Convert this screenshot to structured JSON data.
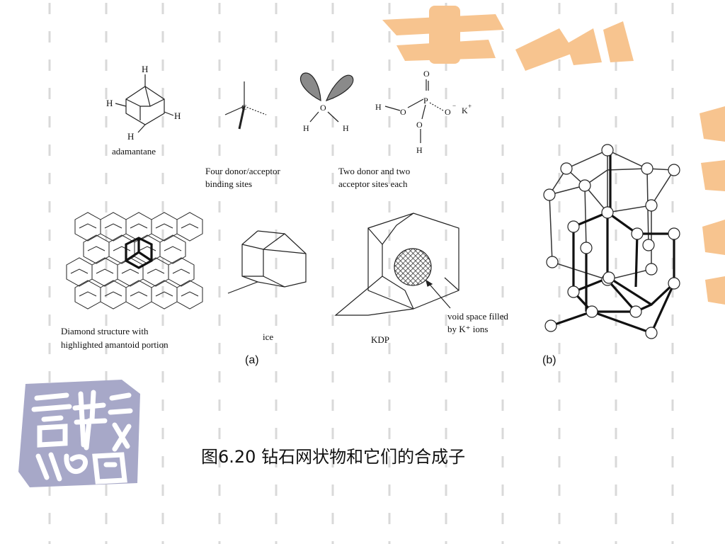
{
  "figure": {
    "top_row": {
      "adamantane": "adamantane",
      "four_sites": [
        "Four donor/acceptor",
        "binding sites"
      ],
      "two_sites": [
        "Two donor and two",
        "acceptor sites each"
      ]
    },
    "bottom_row": {
      "diamond": [
        "Diamond structure with",
        "highlighted amantoid portion"
      ],
      "ice": "ice",
      "kdp": "KDP",
      "void": [
        "void space filled",
        "by K⁺ ions"
      ]
    },
    "panel_a": "(a)",
    "panel_b": "(b)"
  },
  "caption": "图6.20 钻石网状物和它们的合成子",
  "colors": {
    "watermark_orange": "#f7c48f",
    "logo_lavender": "#a7a8c8",
    "dash_gray": "#d9d9d9"
  }
}
